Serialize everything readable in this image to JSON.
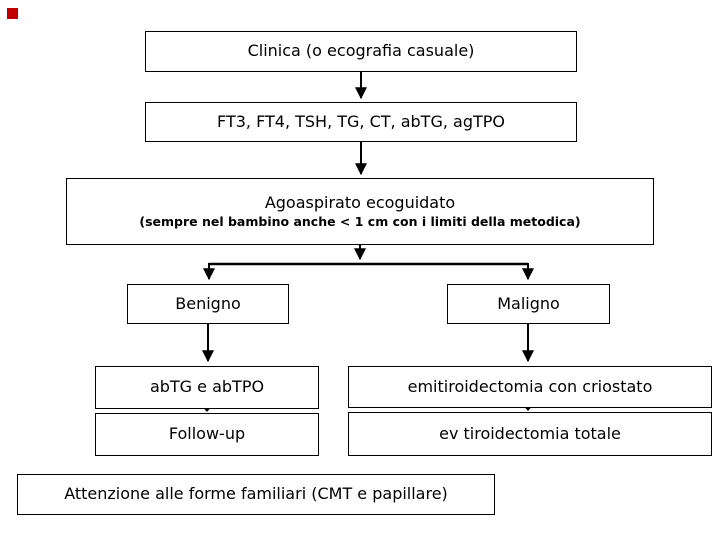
{
  "slide": {
    "background": "#ffffff",
    "accent_square_color": "#c00000",
    "line_color": "#000000",
    "box_border_color": "#000000",
    "box_fill_color": "#ffffff",
    "text_color": "#000000"
  },
  "flowchart": {
    "nodes": {
      "clinica": {
        "label": "Clinica (o ecografia casuale)"
      },
      "esami": {
        "label": "FT3, FT4, TSH, TG, CT, abTG, agTPO"
      },
      "agoaspirato": {
        "title": "Agoaspirato ecoguidato",
        "subtitle": "(sempre nel bambino anche < 1 cm con i limiti della metodica)"
      },
      "benigno": {
        "label": "Benigno"
      },
      "maligno": {
        "label": "Maligno"
      },
      "abtg_abtpo": {
        "label": "abTG e abTPO"
      },
      "follow_up": {
        "label": "Follow-up"
      },
      "emitiroidectomia": {
        "label": "emitiroidectomia con criostato"
      },
      "tiroidectomia_totale": {
        "label": "ev tiroidectomia totale"
      },
      "attenzione": {
        "label": "Attenzione alle forme familiari (CMT e papillare)"
      }
    }
  }
}
